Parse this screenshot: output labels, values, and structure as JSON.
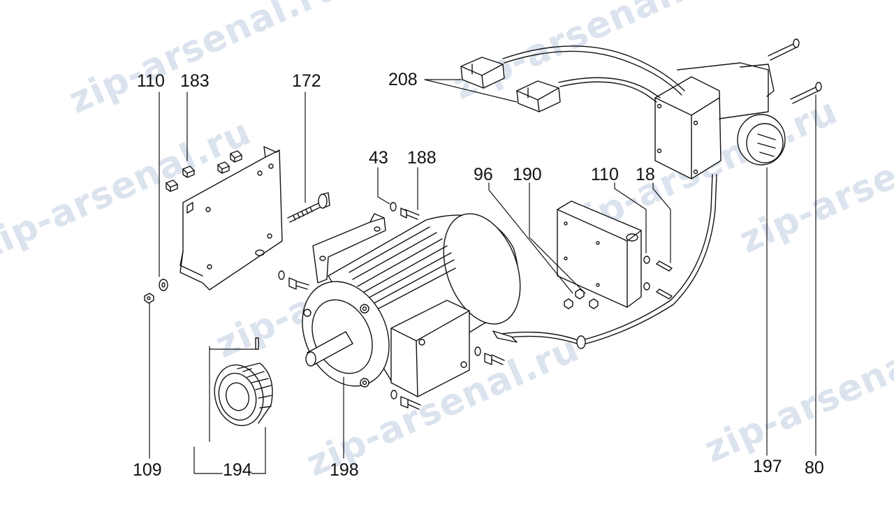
{
  "watermark": "zip-arsenal.ru",
  "callouts": {
    "c110a": "110",
    "c183": "183",
    "c172": "172",
    "c208": "208",
    "c43": "43",
    "c188": "188",
    "c96": "96",
    "c190": "190",
    "c110b": "110",
    "c18": "18",
    "c109": "109",
    "c194": "194",
    "c198": "198",
    "c197": "197",
    "c80": "80"
  },
  "colors": {
    "line": "#111111",
    "watermark": "#dbe3ee",
    "background": "#ffffff"
  }
}
